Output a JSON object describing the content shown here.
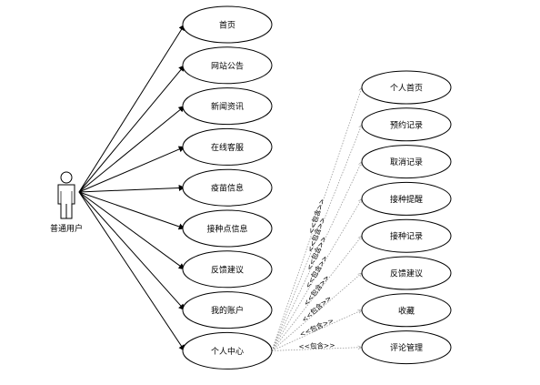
{
  "actor": {
    "name": "普通用户"
  },
  "user_use_cases": [
    {
      "key": "home",
      "label": "首页"
    },
    {
      "key": "notice",
      "label": "网站公告"
    },
    {
      "key": "news",
      "label": "新闻资讯"
    },
    {
      "key": "service",
      "label": "在线客服"
    },
    {
      "key": "vaccine",
      "label": "疫苗信息"
    },
    {
      "key": "site",
      "label": "接种点信息"
    },
    {
      "key": "feedback",
      "label": "反馈建议"
    },
    {
      "key": "account",
      "label": "我的账户"
    },
    {
      "key": "center",
      "label": "个人中心"
    }
  ],
  "center_use_cases": [
    {
      "key": "personal-home",
      "label": "个人首页"
    },
    {
      "key": "reservation-record",
      "label": "预约记录"
    },
    {
      "key": "cancel-record",
      "label": "取消记录"
    },
    {
      "key": "vaccination-reminder",
      "label": "接种提醒"
    },
    {
      "key": "vaccination-record",
      "label": "接种记录"
    },
    {
      "key": "feedback-suggestion",
      "label": "反馈建议"
    },
    {
      "key": "favorites",
      "label": "收藏"
    },
    {
      "key": "comment-management",
      "label": "评论管理"
    }
  ],
  "include_label": "<<包含>>"
}
